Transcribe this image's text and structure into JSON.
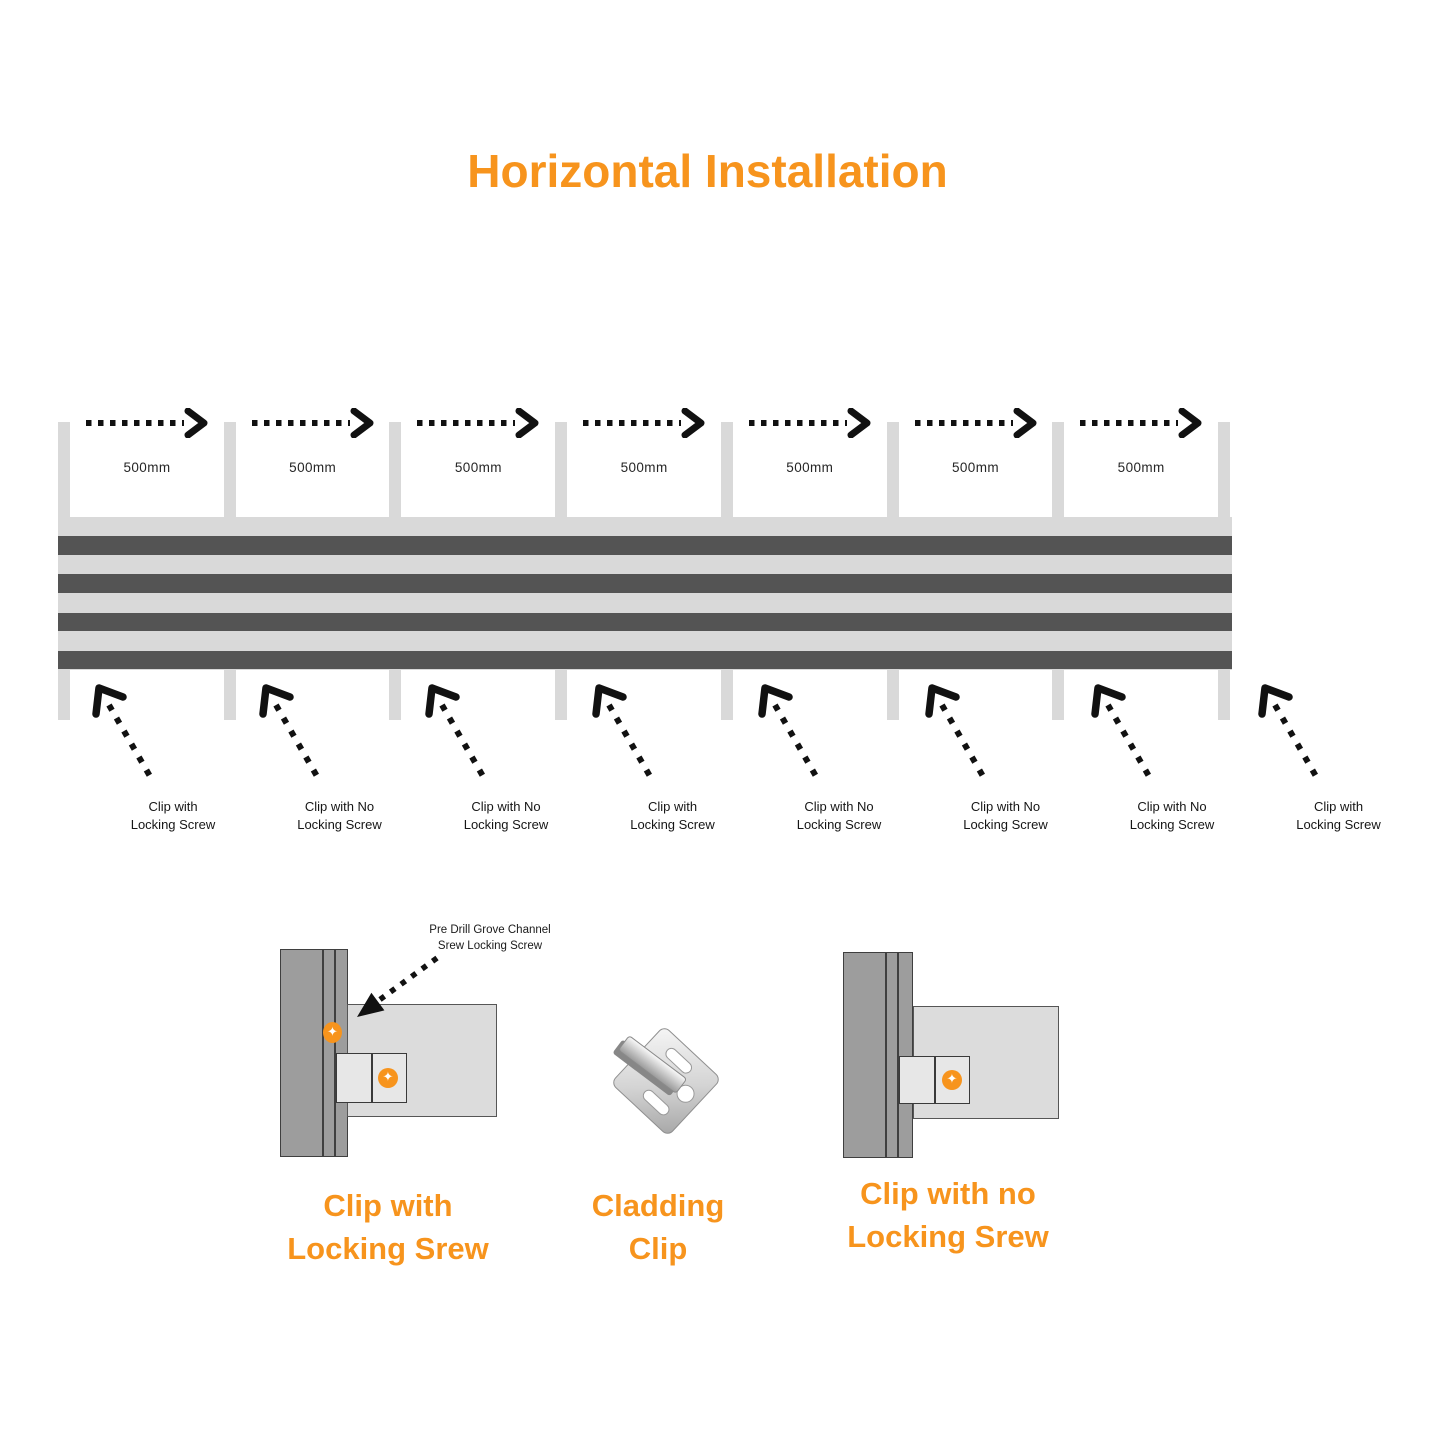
{
  "title": "Horizontal Installation",
  "colors": {
    "accent": "#F7941D",
    "board_dark": "#545454",
    "panel_light": "#D9D9D9",
    "batten_gray": "#9D9D9D",
    "text_dark": "#1F1F1F"
  },
  "icons": {
    "screw": "✦"
  },
  "main_diagram": {
    "spacing_labels": [
      "500mm",
      "500mm",
      "500mm",
      "500mm",
      "500mm",
      "500mm",
      "500mm"
    ],
    "clip_callouts": [
      "Clip with\nLocking Screw",
      "Clip with No\nLocking Screw",
      "Clip with No\nLocking Screw",
      "Clip with\nLocking Screw",
      "Clip with No\nLocking Screw",
      "Clip with No\nLocking Screw",
      "Clip with No\nLocking Screw",
      "Clip with\nLocking Screw"
    ]
  },
  "details": {
    "annotation": "Pre Drill Grove Channel\nSrew Locking Screw",
    "left_caption": "Clip with\nLocking Srew",
    "middle_caption": "Cladding\nClip",
    "right_caption": "Clip with no\nLocking Srew"
  }
}
